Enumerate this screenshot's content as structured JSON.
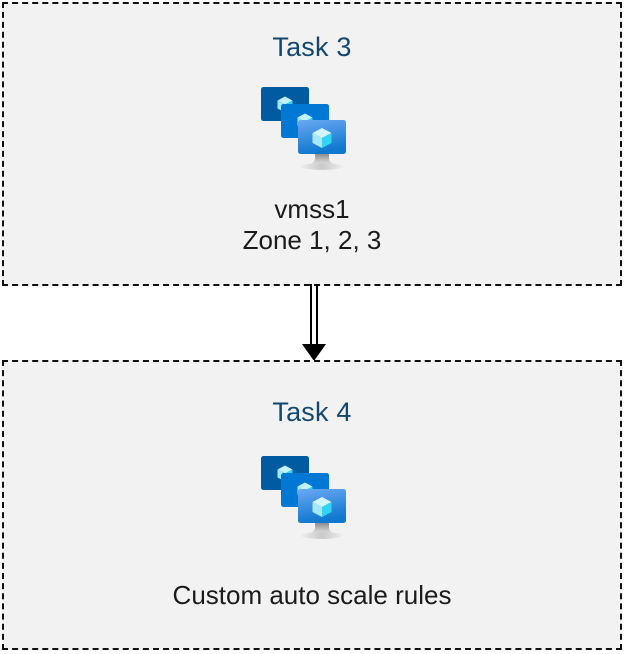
{
  "diagram": {
    "background_color": "#ffffff",
    "box_fill_color": "#f2f2f2",
    "box_border_color": "#111111",
    "title_color": "#12486f",
    "caption_color": "#1b1b1b",
    "boxes": [
      {
        "title": "Task 3",
        "caption": "vmss1\nZone 1, 2, 3",
        "icon": "vmss-icon"
      },
      {
        "title": "Task 4",
        "caption": "Custom auto scale rules",
        "icon": "vmss-icon"
      }
    ],
    "connector": {
      "name": "arrow-down",
      "style": "double-line",
      "color": "#000000"
    }
  },
  "icon_colors": {
    "screen_back": "#005ba1",
    "screen_middle": "#0078d4",
    "screen_front_top": "#5ea0ef",
    "screen_front_bottom": "#0f7ad4",
    "cube_light": "#c3f1f8",
    "cube_mid": "#9fe8f5",
    "cube_cyan": "#32d4f5",
    "stand_top": "#9a9a9a",
    "stand_bottom": "#e8e8e8"
  }
}
